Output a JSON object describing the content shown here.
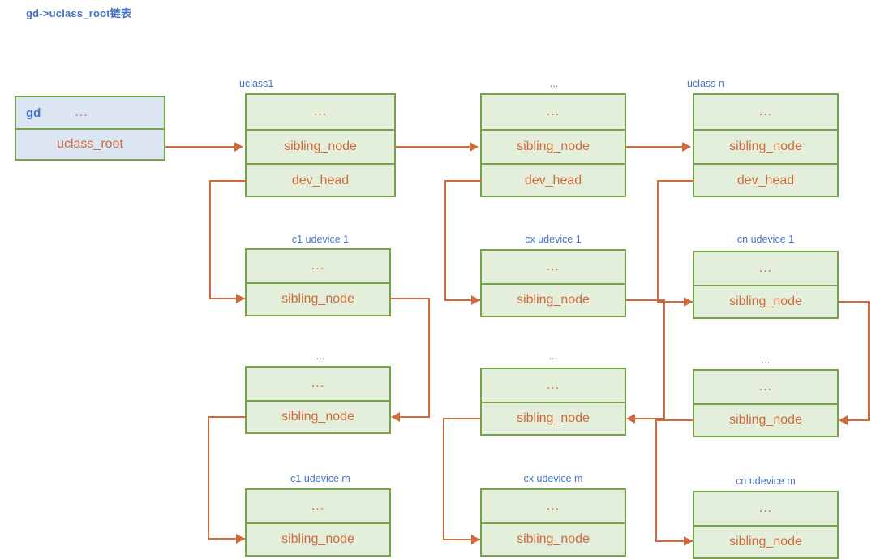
{
  "title": "gd->uclass_root链表",
  "colors": {
    "accent_blue": "#4472C4",
    "node_border_green": "#76A24A",
    "node_fill_green": "#E3EFDA",
    "gd_fill_blue": "#DCE6F2",
    "connector_orange": "#D2693B",
    "field_text_orange": "#D2693B"
  },
  "gd_node": {
    "caption": "",
    "label": "gd",
    "dots": "...",
    "field": "uclass_root"
  },
  "uclass_row": {
    "nodes": [
      {
        "caption": "uclass1",
        "rows": [
          "...",
          "sibling_node",
          "dev_head"
        ]
      },
      {
        "caption": "...",
        "rows": [
          "...",
          "sibling_node",
          "dev_head"
        ]
      },
      {
        "caption": "uclass n",
        "rows": [
          "...",
          "sibling_node",
          "dev_head"
        ]
      }
    ]
  },
  "udevice_rows": [
    {
      "nodes": [
        {
          "caption": "c1 udevice 1",
          "rows": [
            "...",
            "sibling_node"
          ]
        },
        {
          "caption": "cx udevice 1",
          "rows": [
            "...",
            "sibling_node"
          ]
        },
        {
          "caption": "cn udevice 1",
          "rows": [
            "...",
            "sibling_node"
          ]
        }
      ]
    },
    {
      "nodes": [
        {
          "caption": "...",
          "rows": [
            "...",
            "sibling_node"
          ]
        },
        {
          "caption": "...",
          "rows": [
            "...",
            "sibling_node"
          ]
        },
        {
          "caption": "...",
          "rows": [
            "...",
            "sibling_node"
          ]
        }
      ]
    },
    {
      "nodes": [
        {
          "caption": "c1 udevice m",
          "rows": [
            "...",
            "sibling_node"
          ]
        },
        {
          "caption": "cx udevice m",
          "rows": [
            "...",
            "sibling_node"
          ]
        },
        {
          "caption": "cn udevice m",
          "rows": [
            "...",
            "sibling_node"
          ]
        }
      ]
    }
  ]
}
